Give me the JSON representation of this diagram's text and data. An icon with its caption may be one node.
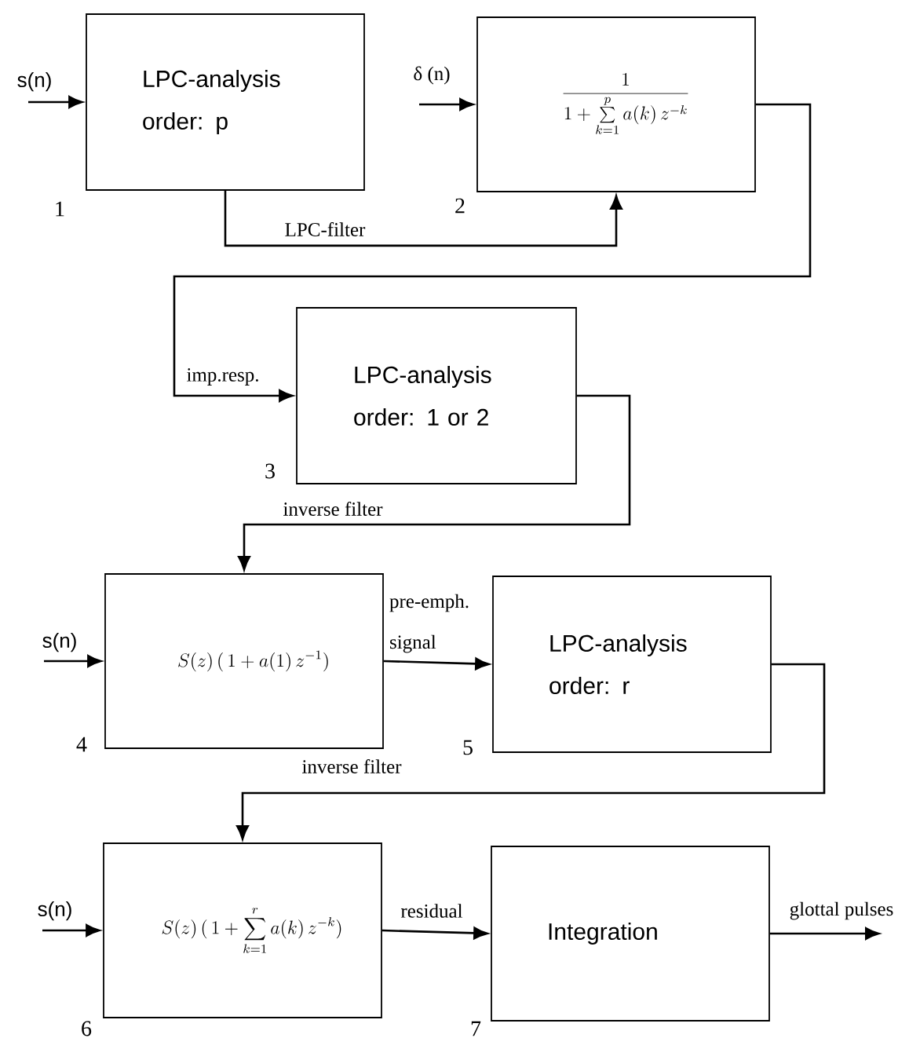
{
  "diagram": {
    "nodes": [
      {
        "text": [
          "LPC-analysis order: p"
        ],
        "beside": [
          "1"
        ]
      },
      {
        "text": [
          "\\frac{1}{1 + \\sum\\limits_{k=1}^{p} a(k)\\, z^{-k}}"
        ],
        "beside": [
          "2"
        ]
      },
      {
        "text": [
          "LPC-analysis order: 1 or 2"
        ],
        "beside": [
          "3"
        ]
      },
      {
        "text": [
          "S(z)\\,(\\,1 + a(1)\\, z^{-1})"
        ],
        "beside": [
          "4"
        ]
      },
      {
        "text": [
          "LPC-analysis order: r"
        ],
        "beside": [
          "5"
        ]
      },
      {
        "text": [
          "S(z)\\,(\\,1 + \\sum\\limits_{k=1}^{r} a(k)\\, z^{-k})"
        ],
        "beside": [
          "6"
        ]
      },
      {
        "text": [
          "Integration"
        ],
        "beside": [
          "7"
        ]
      }
    ],
    "edges": [
      {
        "from": null,
        "to": 0,
        "arrow": "to",
        "label": "s(n)"
      },
      {
        "from": null,
        "to": 1,
        "arrow": "to",
        "label": "δ (n)"
      },
      {
        "from": 0,
        "to": 1,
        "arrow": "to",
        "label": "LPC-filter"
      },
      {
        "from": 1,
        "to": 2,
        "arrow": "to",
        "label": "imp.resp."
      },
      {
        "from": 2,
        "to": 3,
        "arrow": "to",
        "label": "inverse filter"
      },
      {
        "from": null,
        "to": 3,
        "arrow": "to",
        "label": "s(n)"
      },
      {
        "from": 3,
        "to": 4,
        "arrow": "to",
        "label": "pre-emph. signal"
      },
      {
        "from": 4,
        "to": 5,
        "arrow": "to",
        "label": "inverse filter"
      },
      {
        "from": null,
        "to": 5,
        "arrow": "to",
        "label": "s(n)"
      },
      {
        "from": 5,
        "to": 6,
        "arrow": "to",
        "label": "residual"
      },
      {
        "from": 6,
        "to": null,
        "arrow": "to",
        "label": "glottal pulses"
      }
    ]
  }
}
